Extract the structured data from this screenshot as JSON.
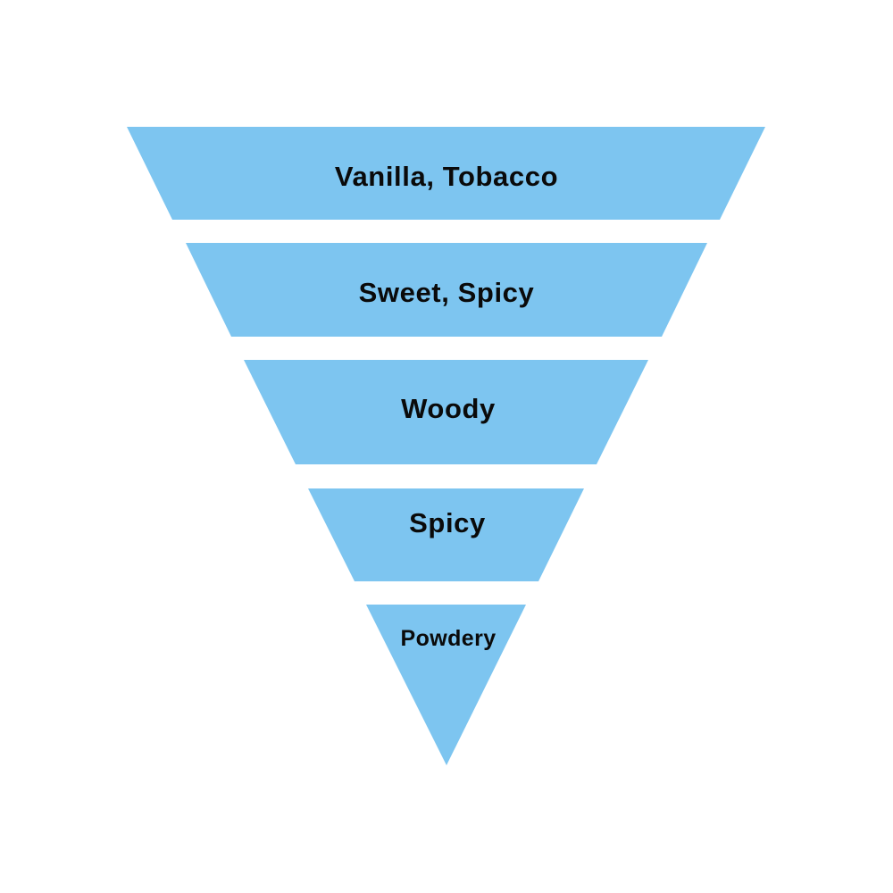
{
  "diagram": {
    "type": "inverted-pyramid",
    "fill_color": "#7DC5F0",
    "text_color": "#0a0a0a",
    "background_color": "#ffffff",
    "levels": [
      {
        "label": "Vanilla, Tobacco"
      },
      {
        "label": "Sweet, Spicy"
      },
      {
        "label": "Woody"
      },
      {
        "label": "Spicy"
      },
      {
        "label": "Powdery"
      }
    ]
  }
}
